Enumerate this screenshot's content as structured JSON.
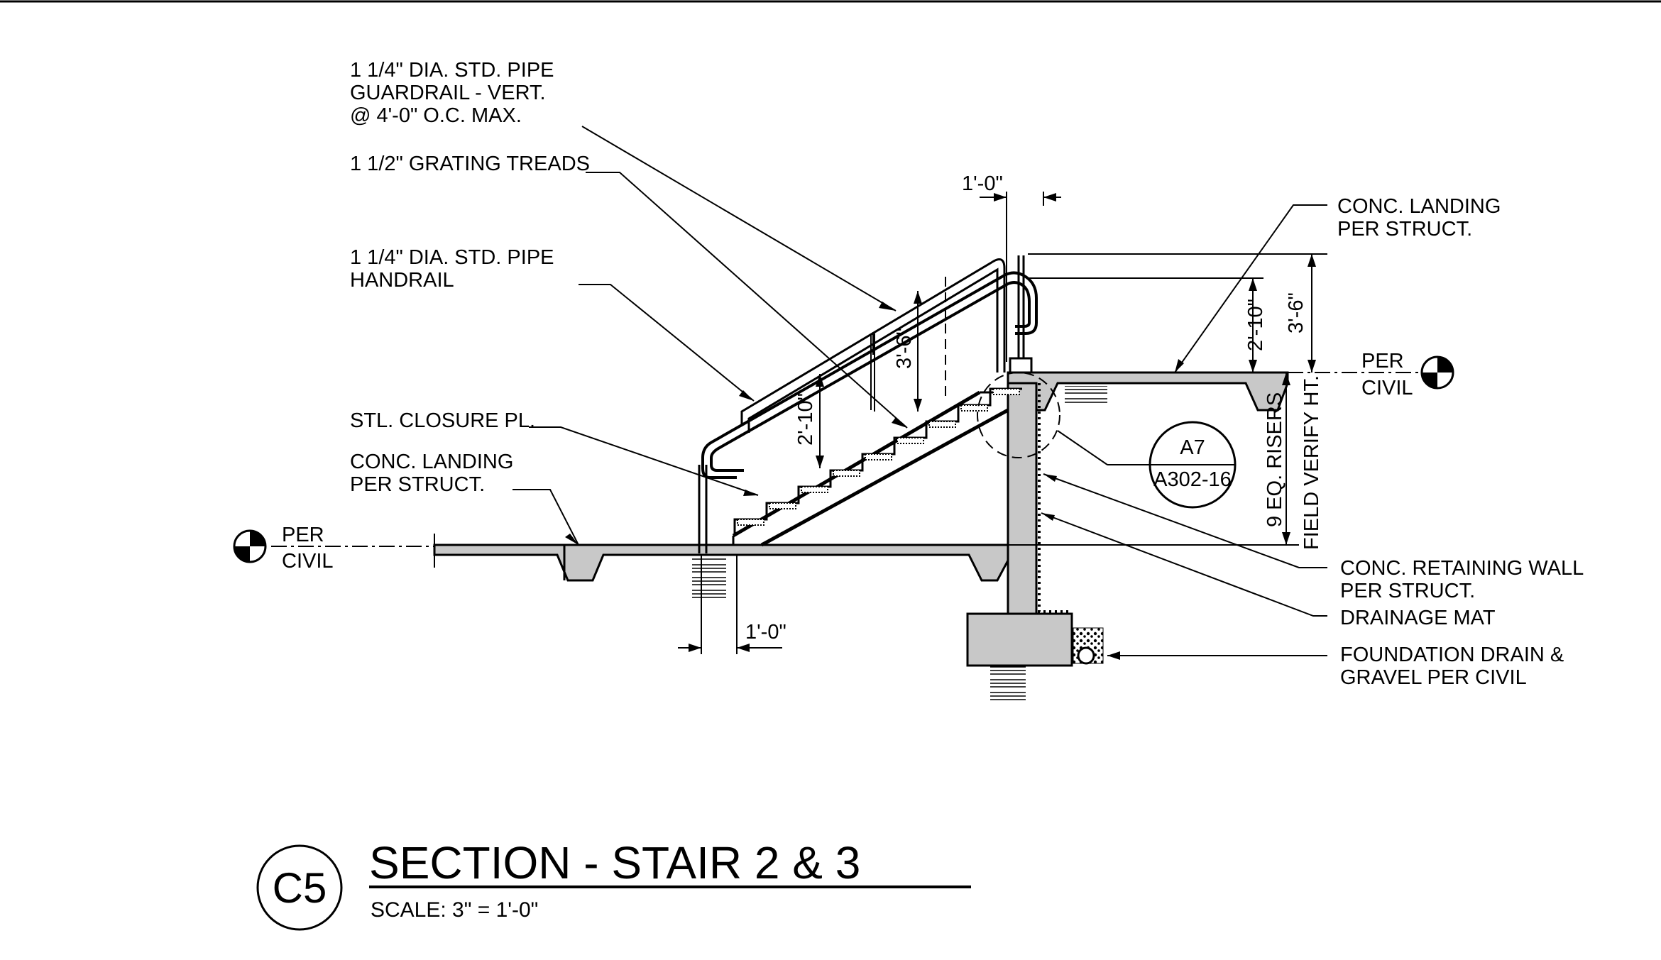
{
  "notes": {
    "guardrail": [
      "1 1/4\" DIA. STD. PIPE",
      "GUARDRAIL - VERT.",
      "@ 4'-0\" O.C. MAX."
    ],
    "treads": [
      "1 1/2\" GRATING TREADS"
    ],
    "handrail": [
      "1 1/4\" DIA. STD. PIPE",
      "HANDRAIL"
    ],
    "closure": [
      "STL. CLOSURE PL."
    ],
    "landing_lower": [
      "CONC. LANDING",
      "PER STRUCT."
    ],
    "landing_upper": [
      "CONC. LANDING",
      "PER STRUCT."
    ],
    "retaining_wall": [
      "CONC. RETAINING WALL",
      "PER STRUCT."
    ],
    "drainage_mat": [
      "DRAINAGE MAT"
    ],
    "foundation_drain": [
      "FOUNDATION DRAIN &",
      "GRAVEL PER CIVIL"
    ]
  },
  "datums": {
    "left": [
      "PER",
      "CIVIL"
    ],
    "right": [
      "PER",
      "CIVIL"
    ]
  },
  "dimensions": {
    "top_ext": "1'-0\"",
    "bottom_ext": "1'-0\"",
    "handrail_ht_right": "2'-10\"",
    "guard_ht_right": "3'-6\"",
    "handrail_ht_stair": "2'-10\"",
    "guard_ht_stair": "3'-6\"",
    "risers": "9 EQ. RISERS",
    "field": "FIELD VERIFY HT."
  },
  "detail_callout": {
    "detail": "A7",
    "sheet": "A302-16"
  },
  "title_block": {
    "tag": "C5",
    "title": "SECTION - STAIR 2 & 3",
    "scale": "SCALE:  3\" = 1'-0\""
  }
}
